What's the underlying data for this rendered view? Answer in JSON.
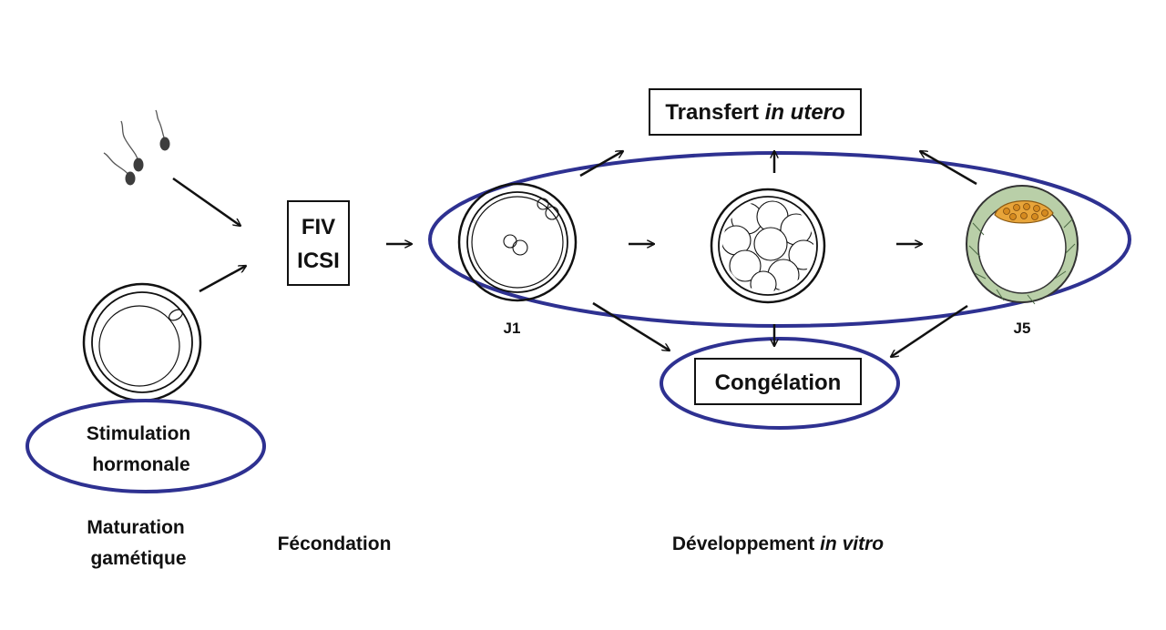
{
  "labels": {
    "stimulation_line1": "Stimulation",
    "stimulation_line2": "hormonale",
    "maturation_line1": "Maturation",
    "maturation_line2": "gamétique",
    "fiv": "FIV",
    "icsi": "ICSI",
    "fecondation": "Fécondation",
    "transfert_prefix": "Transfert ",
    "transfert_italic": "in utero",
    "congelation": "Congélation",
    "j1": "J1",
    "j5": "J5",
    "developpement_prefix": "Développement ",
    "developpement_italic": "in vitro"
  },
  "colors": {
    "ellipse_stroke": "#2e3191",
    "line": "#111111",
    "blastocyst_wall": "#b9cfa8",
    "inner_cell_mass": "#e8a53a"
  }
}
